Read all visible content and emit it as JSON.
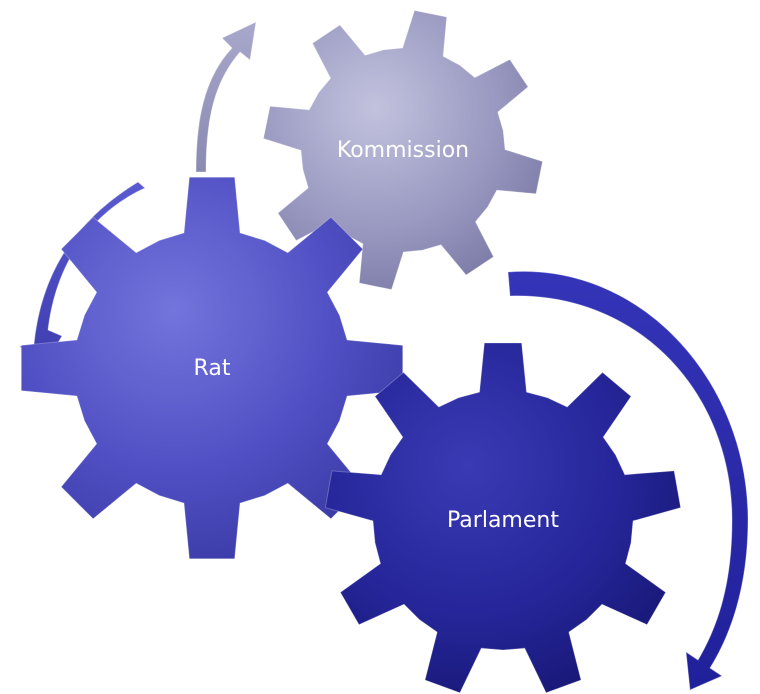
{
  "diagram": {
    "gears": [
      {
        "id": "kommission",
        "label": "Kommission",
        "color": "#9a9ac2"
      },
      {
        "id": "rat",
        "label": "Rat",
        "color": "#5050c4"
      },
      {
        "id": "parlament",
        "label": "Parlament",
        "color": "#26269a"
      }
    ],
    "arrows": [
      {
        "id": "rat-to-kommission",
        "color": "#9898bc"
      },
      {
        "id": "rat-cycle",
        "color": "#4a4ac0"
      },
      {
        "id": "parlament-cycle",
        "color": "#2a2aa8"
      }
    ]
  }
}
